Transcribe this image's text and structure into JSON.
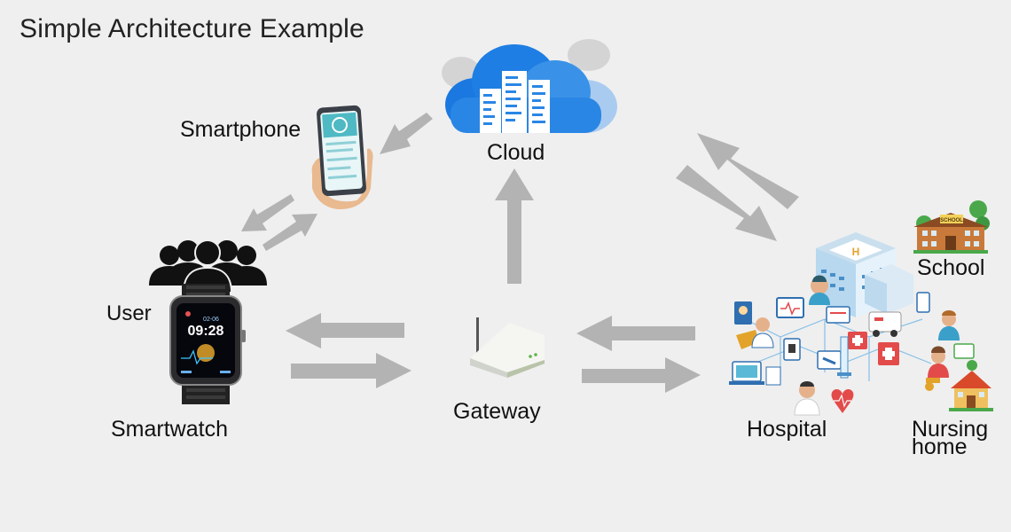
{
  "title": "Simple Architecture Example",
  "nodes": {
    "smartphone": {
      "label": "Smartphone"
    },
    "cloud": {
      "label": "Cloud"
    },
    "user": {
      "label": "User"
    },
    "smartwatch": {
      "label": "Smartwatch",
      "time": "09:28",
      "date": "02-06"
    },
    "gateway": {
      "label": "Gateway"
    },
    "hospital": {
      "label": "Hospital",
      "building_letter": "H"
    },
    "school": {
      "label": "School",
      "sign": "SCHOOL"
    },
    "nursing_home": {
      "label_line1": "Nursing",
      "label_line2": "home"
    }
  },
  "colors": {
    "background": "#efefef",
    "arrow": "#b3b3b3",
    "cloud_blue": "#1a78e0",
    "cloud_light": "#a9cbf0",
    "user_icon": "#111111"
  }
}
